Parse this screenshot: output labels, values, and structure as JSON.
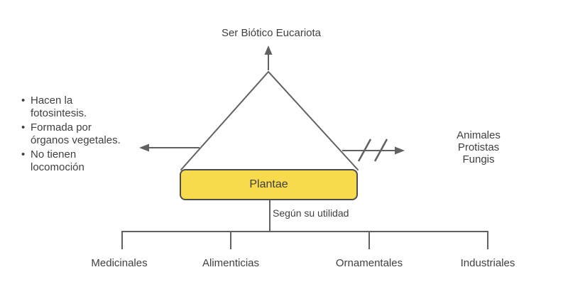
{
  "title": "Ser Biótico Eucariota",
  "plantae_box": {
    "label": "Plantae"
  },
  "left_notes": {
    "items": [
      "Hacen la fotosintesis.",
      "Formada por órganos vegetales.",
      "No tienen locomoción"
    ]
  },
  "excluded_kingdoms": {
    "items": [
      "Animales",
      "Protistas",
      "Fungis"
    ]
  },
  "utility_branch": {
    "label": "Según su utilidad",
    "categories": [
      "Medicinales",
      "Alimenticias",
      "Ornamentales",
      "Industriales"
    ]
  },
  "colors": {
    "box_fill": "#f8da4d",
    "box_border": "#4d4d4d",
    "line": "#616161",
    "text": "#3f3f3f"
  }
}
